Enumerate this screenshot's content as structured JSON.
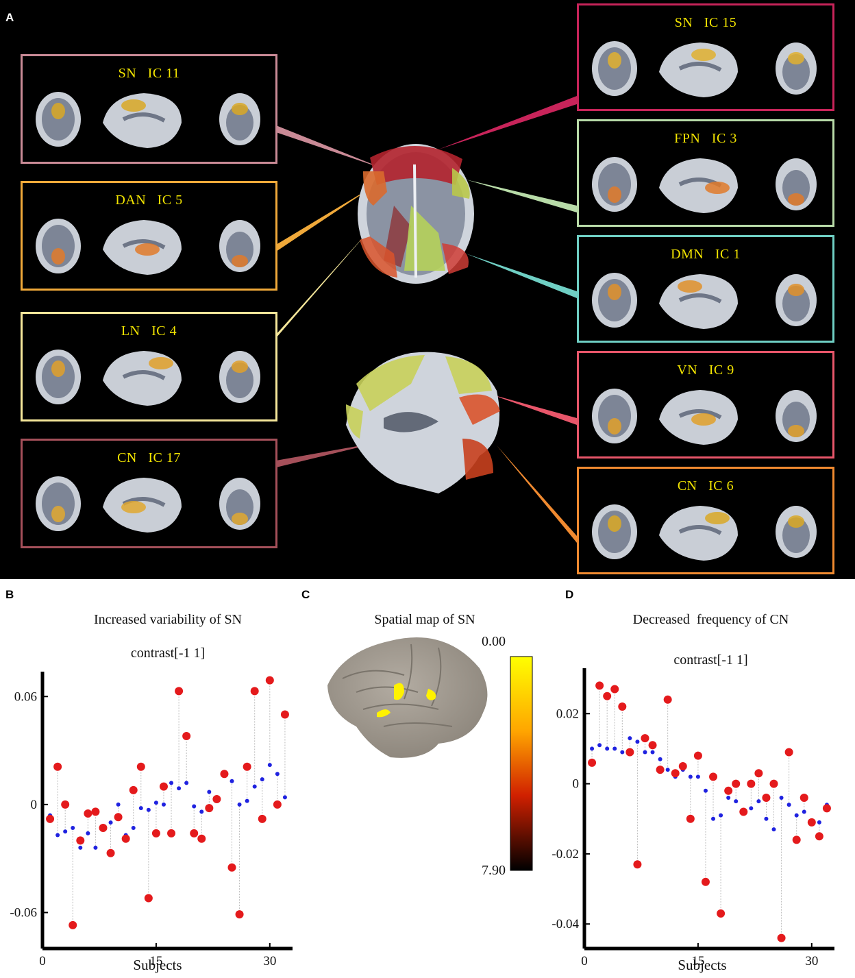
{
  "panel_labels": {
    "a": "A",
    "b": "B",
    "c": "C",
    "d": "D"
  },
  "ic_boxes": [
    {
      "id": "sn11",
      "network": "SN",
      "ic": "IC 11",
      "color": "#c98a96"
    },
    {
      "id": "dan5",
      "network": "DAN",
      "ic": "IC 5",
      "color": "#f0a93a"
    },
    {
      "id": "ln4",
      "network": "LN",
      "ic": "IC 4",
      "color": "#f5e79a"
    },
    {
      "id": "cn17",
      "network": "CN",
      "ic": "IC 17",
      "color": "#a5505a"
    },
    {
      "id": "sn15",
      "network": "SN",
      "ic": "IC 15",
      "color": "#c8245a"
    },
    {
      "id": "fpn3",
      "network": "FPN",
      "ic": "IC 3",
      "color": "#b8dba8"
    },
    {
      "id": "dmn1",
      "network": "DMN",
      "ic": "IC 1",
      "color": "#6fcfc4"
    },
    {
      "id": "vn9",
      "network": "VN",
      "ic": "IC 9",
      "color": "#e8566a"
    },
    {
      "id": "cn6",
      "network": "CN",
      "ic": "IC 6",
      "color": "#f08a30"
    }
  ],
  "panel_b": {
    "title": "Increased variability of SN",
    "subtitle": "contrast[-1 1]",
    "xlabel": "Subjects",
    "x_ticks": [
      "0",
      "15",
      "30"
    ],
    "y_ticks": [
      "0.06",
      "0",
      "-0.06"
    ]
  },
  "panel_c": {
    "title": "Spatial map of SN",
    "colorbar_top": "0.00",
    "colorbar_bottom": "7.90"
  },
  "panel_d": {
    "title": "Decreased  frequency of CN",
    "subtitle": "contrast[-1 1]",
    "xlabel": "Subjects",
    "x_ticks": [
      "0",
      "15",
      "30"
    ],
    "y_ticks": [
      "0.02",
      "0",
      "-0.02",
      "-0.04"
    ]
  },
  "chart_data": [
    {
      "type": "scatter",
      "title": "Increased variability of SN",
      "subtitle": "contrast[-1 1]",
      "xlabel": "Subjects",
      "ylabel": "",
      "xlim": [
        0,
        33
      ],
      "ylim": [
        -0.08,
        0.07
      ],
      "grid": false,
      "series": [
        {
          "color": "#e41a1c",
          "x": [
            1,
            2,
            3,
            4,
            5,
            6,
            7,
            8,
            9,
            10,
            11,
            12,
            13,
            14,
            15,
            16,
            17,
            18,
            19,
            20,
            21,
            22,
            23,
            24,
            25,
            26,
            27,
            28,
            29,
            30,
            31,
            32
          ],
          "y": [
            -0.008,
            0.021,
            0.0,
            -0.067,
            -0.02,
            -0.005,
            -0.004,
            -0.013,
            -0.027,
            -0.007,
            -0.019,
            0.008,
            0.021,
            -0.052,
            -0.016,
            0.01,
            -0.016,
            0.063,
            0.038,
            -0.016,
            -0.019,
            -0.002,
            0.003,
            0.017,
            -0.035,
            -0.061,
            0.021,
            0.063,
            -0.008,
            0.069,
            -0.0,
            0.05
          ]
        },
        {
          "color": "#1f22e0",
          "x": [
            1,
            2,
            3,
            4,
            5,
            6,
            7,
            8,
            9,
            10,
            11,
            12,
            13,
            14,
            15,
            16,
            17,
            18,
            19,
            20,
            21,
            22,
            23,
            24,
            25,
            26,
            27,
            28,
            29,
            30,
            31,
            32
          ],
          "y": [
            -0.006,
            -0.017,
            -0.015,
            -0.013,
            -0.024,
            -0.016,
            -0.024,
            -0.014,
            -0.01,
            0.0,
            -0.017,
            -0.013,
            -0.002,
            -0.003,
            0.001,
            0.0,
            0.012,
            0.009,
            0.012,
            -0.001,
            -0.004,
            0.007,
            0.003,
            0.016,
            0.013,
            0.0,
            0.002,
            0.01,
            0.014,
            0.022,
            0.017,
            0.004
          ]
        }
      ]
    },
    {
      "type": "scatter",
      "title": "Decreased  frequency of CN",
      "subtitle": "contrast[-1 1]",
      "xlabel": "Subjects",
      "ylabel": "",
      "xlim": [
        0,
        33
      ],
      "ylim": [
        -0.047,
        0.031
      ],
      "grid": false,
      "series": [
        {
          "color": "#e41a1c",
          "x": [
            1,
            2,
            3,
            4,
            5,
            6,
            7,
            8,
            9,
            10,
            11,
            12,
            13,
            14,
            15,
            16,
            17,
            18,
            19,
            20,
            21,
            22,
            23,
            24,
            25,
            26,
            27,
            28,
            29,
            30,
            31,
            32
          ],
          "y": [
            0.006,
            0.028,
            0.025,
            0.027,
            0.022,
            0.009,
            -0.023,
            0.013,
            0.011,
            0.004,
            0.024,
            0.003,
            0.005,
            -0.01,
            0.008,
            -0.028,
            0.002,
            -0.037,
            -0.002,
            0.0,
            -0.008,
            0.0,
            0.003,
            -0.004,
            0.0,
            -0.044,
            0.009,
            -0.016,
            -0.004,
            -0.011,
            -0.015,
            -0.007
          ]
        },
        {
          "color": "#1f22e0",
          "x": [
            1,
            2,
            3,
            4,
            5,
            6,
            7,
            8,
            9,
            10,
            11,
            12,
            13,
            14,
            15,
            16,
            17,
            18,
            19,
            20,
            21,
            22,
            23,
            24,
            25,
            26,
            27,
            28,
            29,
            30,
            31,
            32
          ],
          "y": [
            0.01,
            0.011,
            0.01,
            0.01,
            0.009,
            0.013,
            0.012,
            0.009,
            0.009,
            0.007,
            0.004,
            0.002,
            0.004,
            0.002,
            0.002,
            -0.002,
            -0.01,
            -0.009,
            -0.004,
            -0.005,
            -0.008,
            -0.007,
            -0.005,
            -0.01,
            -0.013,
            -0.004,
            -0.006,
            -0.009,
            -0.008,
            -0.011,
            -0.011,
            -0.006
          ]
        }
      ]
    },
    {
      "type": "heatmap",
      "title": "Spatial map of SN",
      "colorbar_range": [
        0.0,
        7.9
      ],
      "colormap": [
        "#ffff00",
        "#ff8c00",
        "#d02000",
        "#000000"
      ]
    }
  ]
}
